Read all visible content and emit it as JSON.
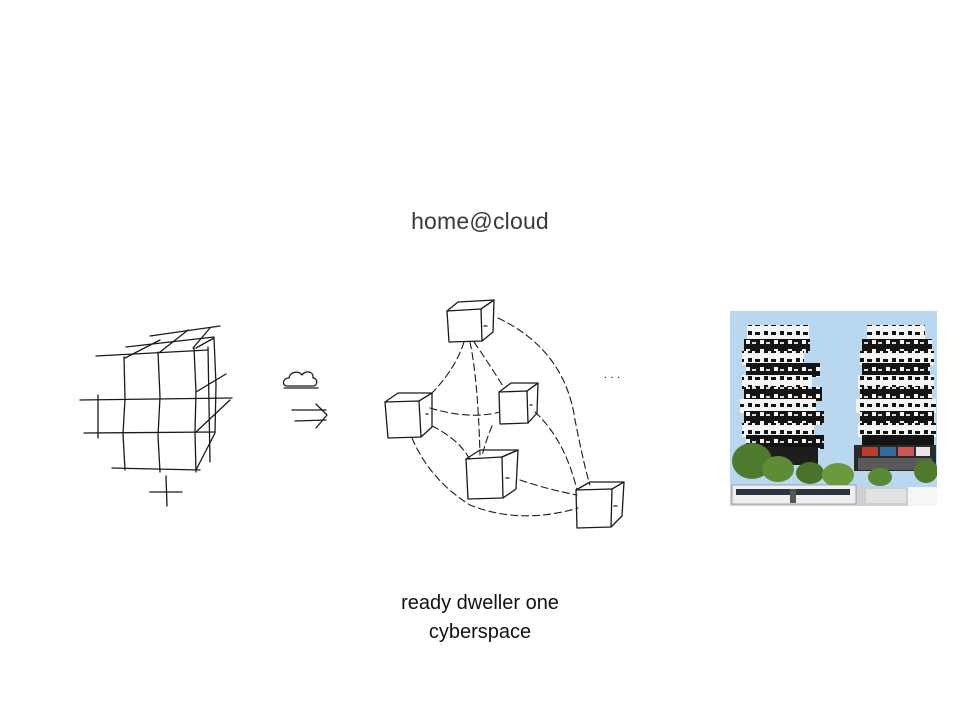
{
  "slide": {
    "title": "home@cloud",
    "caption": {
      "line1": "ready dweller one",
      "line2": "cyberspace"
    }
  },
  "sketch": {
    "ellipsis": ". . .",
    "stroke_color": "#1a1a1a"
  },
  "photo": {
    "sky_color": "#b9d8f0",
    "module_dark": "#141414",
    "module_light": "#f4f4f4"
  }
}
